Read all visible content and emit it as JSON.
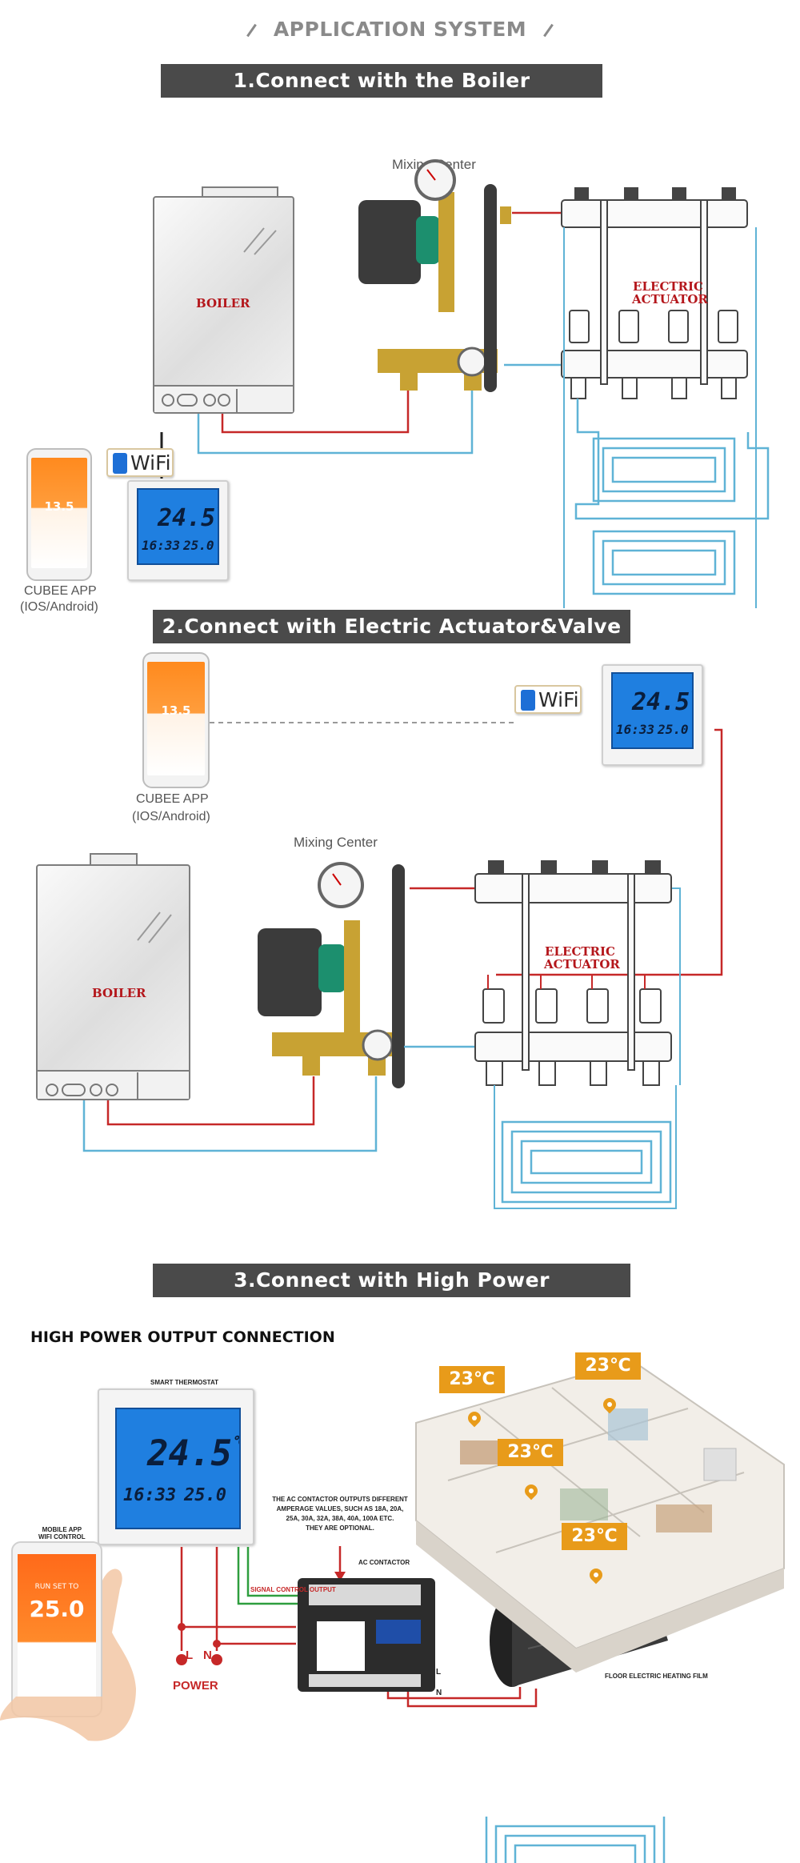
{
  "page": {
    "title": "APPLICATION SYSTEM"
  },
  "section1": {
    "banner": "1.Connect with the Boiler",
    "mixing_center": "Mixing Center",
    "boiler": "BOILER",
    "actuator_line1": "ELECTRIC",
    "actuator_line2": "ACTUATOR",
    "wifi": "WiFi",
    "app_name": "CUBEE APP",
    "app_platform": "(IOS/Android)",
    "phone_temp": "13.5",
    "thermo_temp": "24.5",
    "thermo_unit": "℃",
    "thermo_time": "16:33",
    "thermo_set": "25.0"
  },
  "section2": {
    "banner": "2.Connect with Electric Actuator&Valve",
    "mixing_center": "Mixing Center",
    "boiler": "BOILER",
    "actuator_line1": "ELECTRIC",
    "actuator_line2": "ACTUATOR",
    "wifi": "WiFi",
    "app_name": "CUBEE APP",
    "app_platform": "(IOS/Android)",
    "phone_temp": "13.5",
    "thermo_temp": "24.5",
    "thermo_unit": "℃",
    "thermo_time": "16:33",
    "thermo_set": "25.0"
  },
  "section3": {
    "banner": "3.Connect with High Power",
    "heading": "HIGH POWER OUTPUT CONNECTION",
    "smart_thermostat": "SMART THERMOSTAT",
    "mobile_app_line1": "MOBILE APP",
    "mobile_app_line2": "WIFI CONTROL",
    "contactor_note_line1": "THE AC CONTACTOR OUTPUTS DIFFERENT",
    "contactor_note_line2": "AMPERAGE VALUES, SUCH AS 18A, 20A,",
    "contactor_note_line3": "25A, 30A, 32A, 38A, 40A, 100A ETC.",
    "contactor_note_line4": "THEY ARE OPTIONAL.",
    "ac_contactor": "AC CONTACTOR",
    "signal_output": "SIGNAL CONTROL OUTPUT",
    "terminal_l": "L",
    "terminal_n": "N",
    "power": "POWER",
    "film_l": "L",
    "film_n": "N",
    "film_label": "FLOOR ELECTRIC HEATING FILM",
    "phone_temp": "25.0",
    "phone_header": "RUN SET TO",
    "thermo_temp": "24.5",
    "thermo_unit": "℃",
    "thermo_time": "16:33",
    "thermo_set": "25.0",
    "room_temps": [
      "23℃",
      "23℃",
      "23℃",
      "23℃"
    ]
  },
  "colors": {
    "banner_bg": "#4a4a4a",
    "hot_pipe": "#c62828",
    "cold_pipe": "#5fb3d6",
    "accent_red": "#b4161b",
    "badge_orange": "#e89b1a",
    "lcd_blue": "#1f7fe0"
  },
  "icons": [
    "wifi-icon",
    "phone-icon",
    "thermostat-icon",
    "boiler-icon",
    "pump-icon",
    "manifold-icon",
    "location-pin-icon",
    "contactor-icon"
  ]
}
